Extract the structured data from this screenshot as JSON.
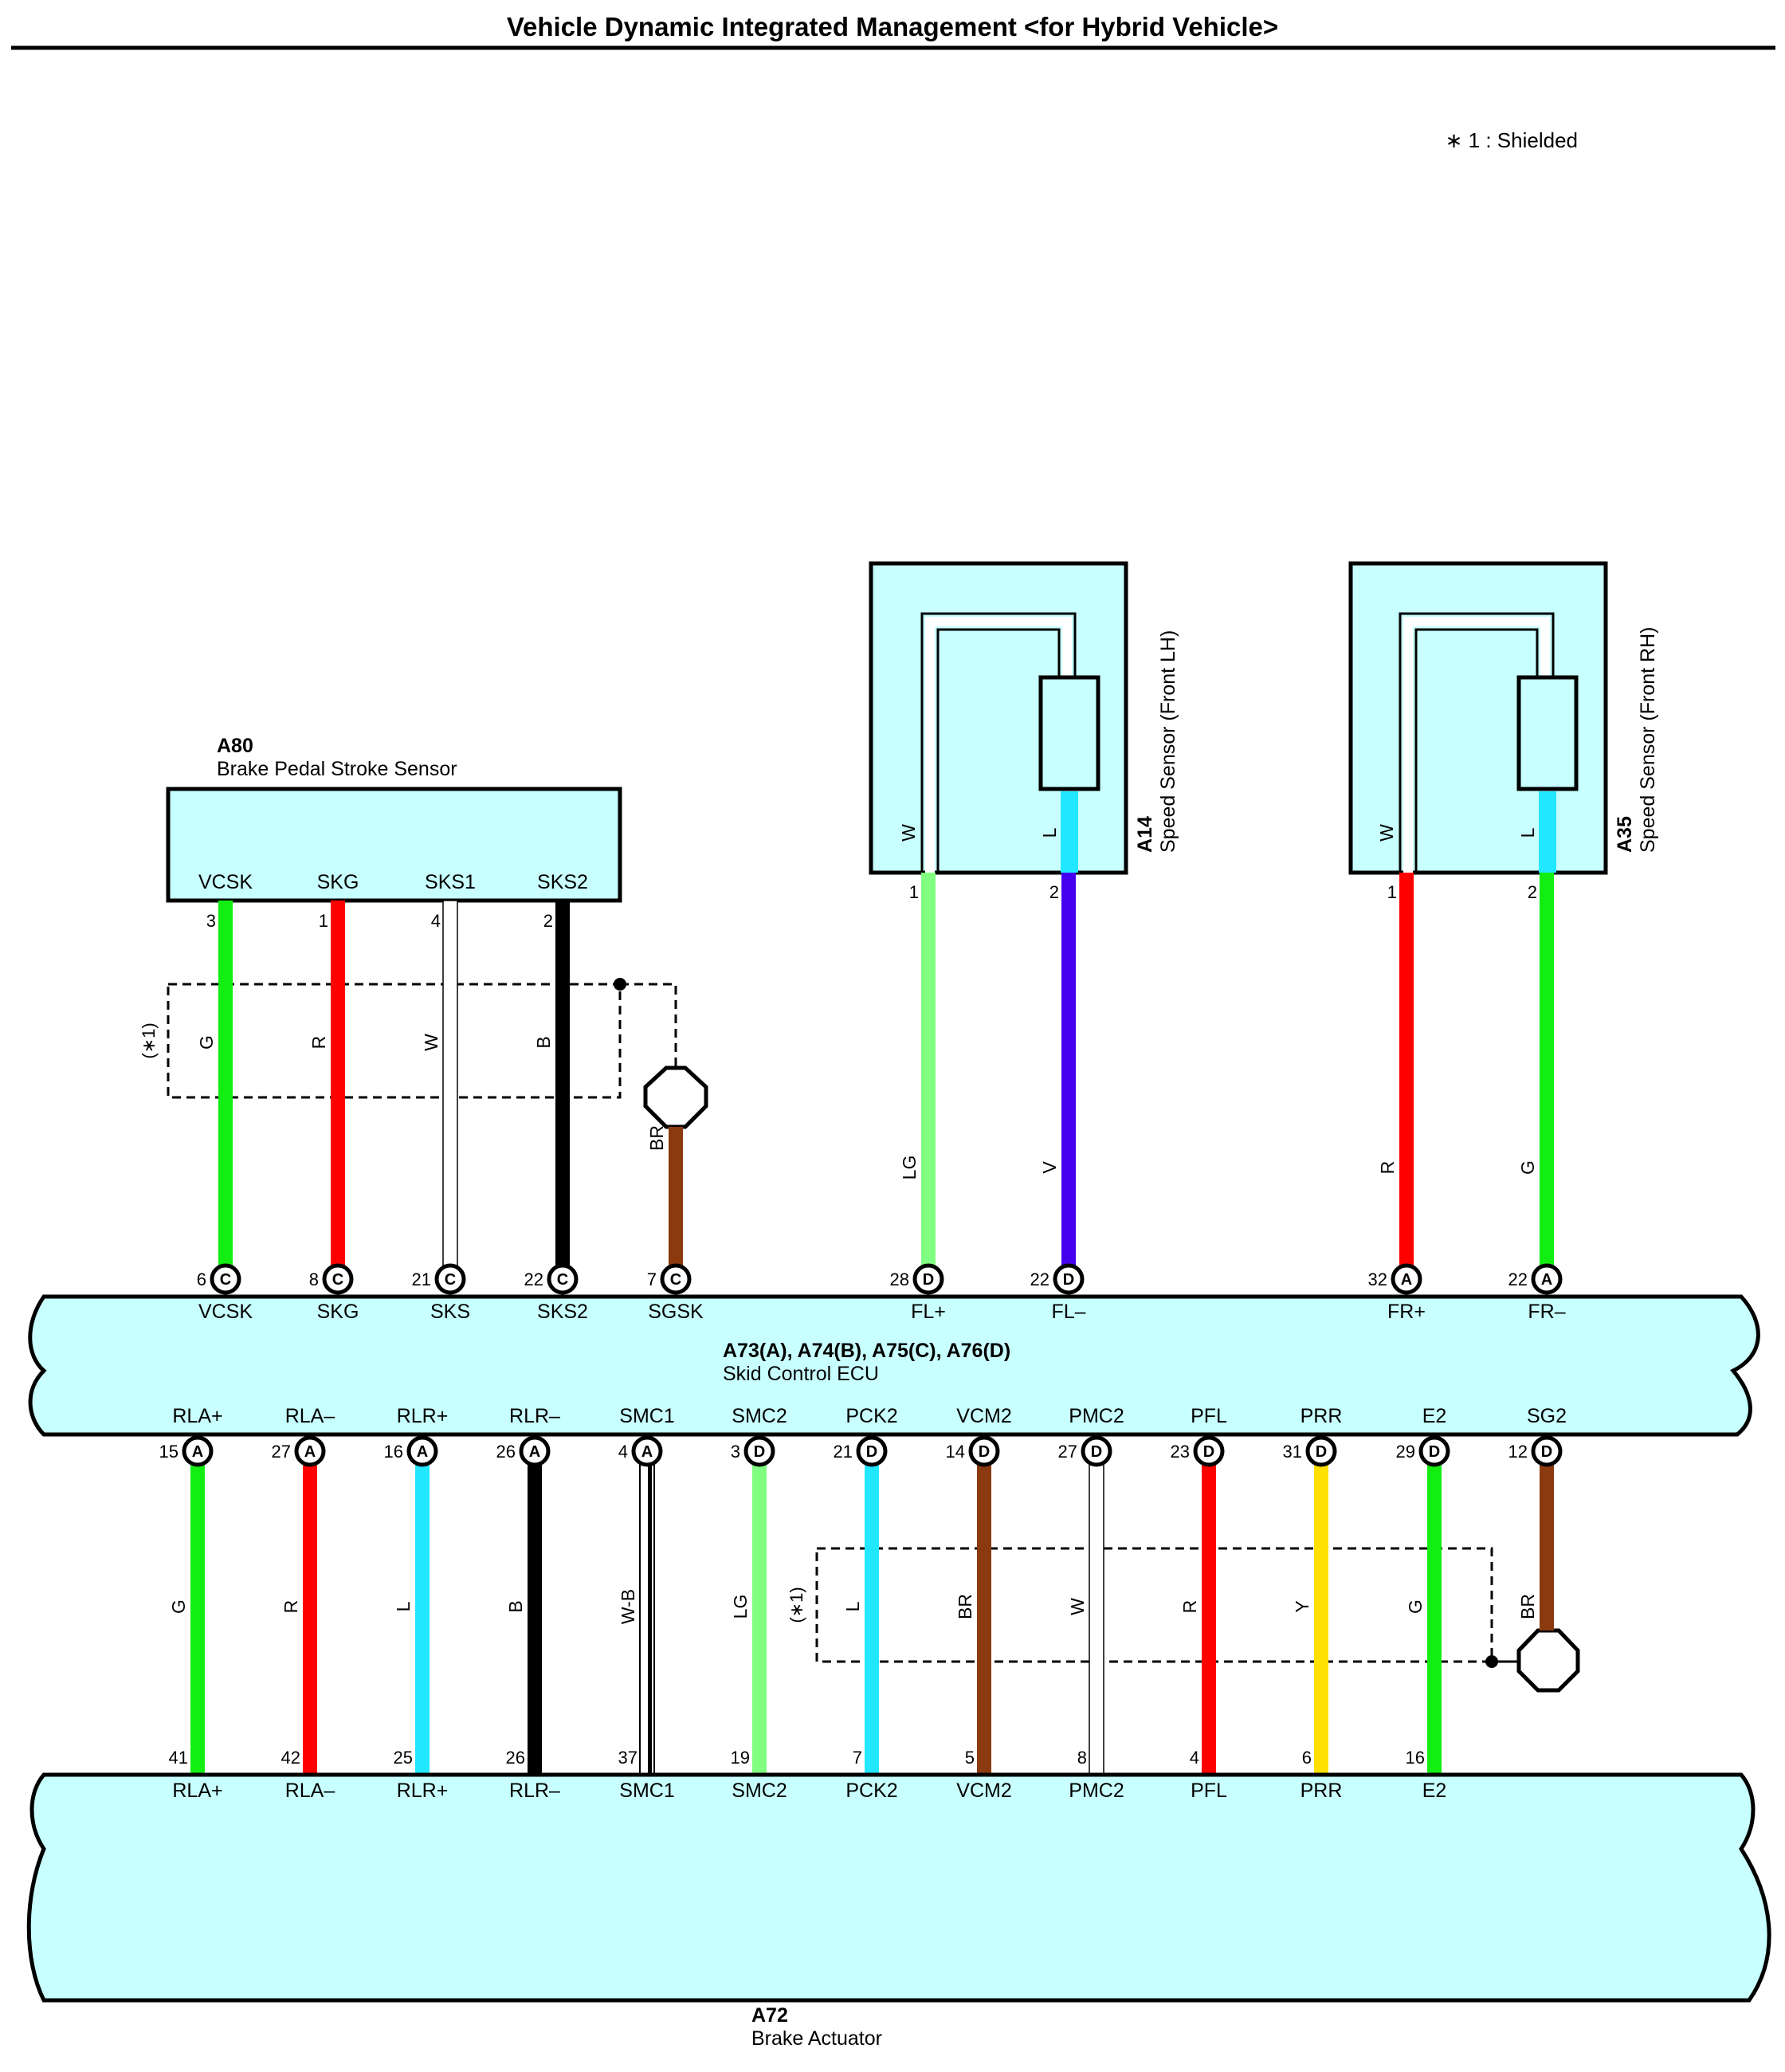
{
  "title": "Vehicle Dynamic Integrated Management <for Hybrid Vehicle>",
  "note": "∗ 1 : Shielded",
  "colors": {
    "G": "#12ee12",
    "R": "#ff0000",
    "W": "#ffffff",
    "B": "#000000",
    "BR": "#8b3a0f",
    "LG": "#80ff80",
    "V": "#4400ee",
    "L": "#22e8ff",
    "Y": "#ffe000",
    "W-B": "#ffffff",
    "box": "#c8ffff"
  },
  "components": {
    "a80": {
      "id": "A80",
      "name": "Brake Pedal Stroke Sensor",
      "pins": [
        "VCSK",
        "SKG",
        "SKS1",
        "SKS2"
      ]
    },
    "a14": {
      "id": "A14",
      "name": "Speed Sensor (Front LH)"
    },
    "a35": {
      "id": "A35",
      "name": "Speed Sensor (Front RH)"
    },
    "ecu": {
      "id": "A73(A), A74(B), A75(C), A76(D)",
      "name": "Skid Control ECU",
      "top_pins": [
        "VCSK",
        "SKG",
        "SKS",
        "SKS2",
        "SGSK",
        "FL+",
        "FL–",
        "FR+",
        "FR–"
      ],
      "bottom_pins": [
        "RLA+",
        "RLA–",
        "RLR+",
        "RLR–",
        "SMC1",
        "SMC2",
        "PCK2",
        "VCM2",
        "PMC2",
        "PFL",
        "PRR",
        "E2",
        "SG2"
      ]
    },
    "a72": {
      "id": "A72",
      "name": "Brake Actuator",
      "pins": [
        "RLA+",
        "RLA–",
        "RLR+",
        "RLR–",
        "SMC1",
        "SMC2",
        "PCK2",
        "VCM2",
        "PMC2",
        "PFL",
        "PRR",
        "E2"
      ]
    }
  },
  "shield_label": "(∗1)",
  "upper_wires": [
    {
      "code": "G",
      "from_pin": "3",
      "to_pin": "6",
      "to_conn": "C"
    },
    {
      "code": "R",
      "from_pin": "1",
      "to_pin": "8",
      "to_conn": "C"
    },
    {
      "code": "W",
      "from_pin": "4",
      "to_pin": "21",
      "to_conn": "C"
    },
    {
      "code": "B",
      "from_pin": "2",
      "to_pin": "22",
      "to_conn": "C"
    },
    {
      "code": "BR",
      "from_pin": "",
      "to_pin": "7",
      "to_conn": "C"
    },
    {
      "code": "LG",
      "from_pin": "1",
      "to_pin": "28",
      "to_conn": "D"
    },
    {
      "code": "V",
      "from_pin": "2",
      "to_pin": "22",
      "to_conn": "D"
    },
    {
      "code": "R",
      "from_pin": "1",
      "to_pin": "32",
      "to_conn": "A"
    },
    {
      "code": "G",
      "from_pin": "2",
      "to_pin": "22",
      "to_conn": "A"
    }
  ],
  "sensor_inner": {
    "a14": [
      "W",
      "L"
    ],
    "a35": [
      "W",
      "L"
    ]
  },
  "lower_wires": [
    {
      "code": "G",
      "ecu_pin": "15",
      "conn": "A",
      "act_pin": "41"
    },
    {
      "code": "R",
      "ecu_pin": "27",
      "conn": "A",
      "act_pin": "42"
    },
    {
      "code": "L",
      "ecu_pin": "16",
      "conn": "A",
      "act_pin": "25"
    },
    {
      "code": "B",
      "ecu_pin": "26",
      "conn": "A",
      "act_pin": "26"
    },
    {
      "code": "W-B",
      "ecu_pin": "4",
      "conn": "A",
      "act_pin": "37"
    },
    {
      "code": "LG",
      "ecu_pin": "3",
      "conn": "D",
      "act_pin": "19"
    },
    {
      "code": "L",
      "ecu_pin": "21",
      "conn": "D",
      "act_pin": "7"
    },
    {
      "code": "BR",
      "ecu_pin": "14",
      "conn": "D",
      "act_pin": "5"
    },
    {
      "code": "W",
      "ecu_pin": "27",
      "conn": "D",
      "act_pin": "8"
    },
    {
      "code": "R",
      "ecu_pin": "23",
      "conn": "D",
      "act_pin": "4"
    },
    {
      "code": "Y",
      "ecu_pin": "31",
      "conn": "D",
      "act_pin": "6"
    },
    {
      "code": "G",
      "ecu_pin": "29",
      "conn": "D",
      "act_pin": "16"
    },
    {
      "code": "BR",
      "ecu_pin": "12",
      "conn": "D",
      "act_pin": ""
    }
  ]
}
